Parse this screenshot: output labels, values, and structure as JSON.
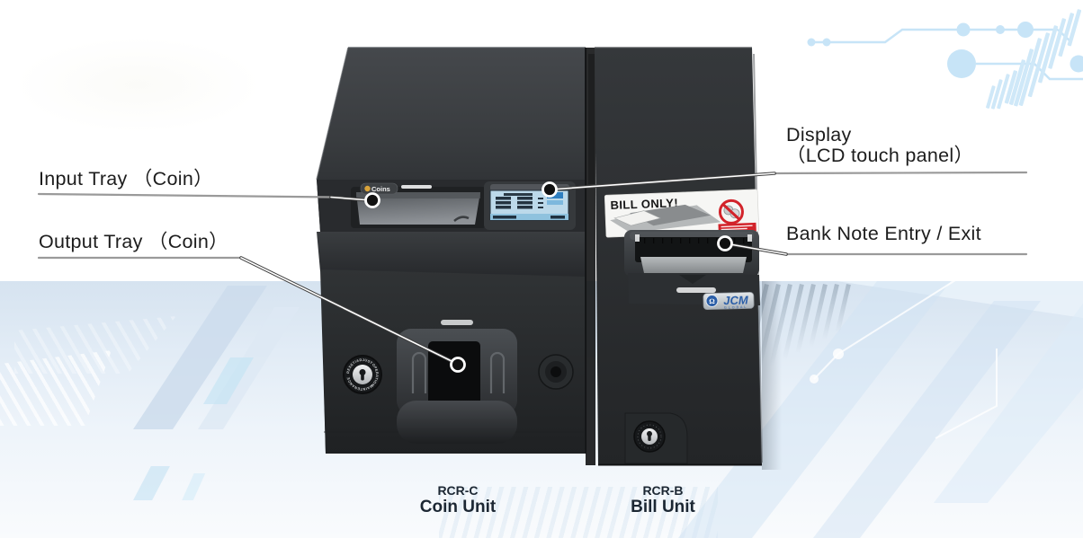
{
  "page": {
    "type": "product-diagram"
  },
  "callouts": {
    "input_tray": {
      "label": "Input Tray （Coin）"
    },
    "output_tray": {
      "label": "Output Tray （Coin）"
    },
    "display": {
      "label_line1": "Display",
      "label_line2": "（LCD touch panel）"
    },
    "bank_note": {
      "label": "Bank Note Entry / Exit"
    }
  },
  "units": {
    "coin": {
      "model": "RCR-C",
      "name": "Coin Unit"
    },
    "bill": {
      "model": "RCR-B",
      "name": "Bill Unit"
    }
  },
  "machine": {
    "coins_badge": "Coins",
    "sticker_title": "BILL ONLY!",
    "jcm_logo": "JCM",
    "jcm_sub": "GLOBAL",
    "keylock_labels": {
      "left": "RESET/ADJUST",
      "top": "OPERATION",
      "right": "MAINTENANCE"
    }
  },
  "colors": {
    "band_blue": "#d6e3f0",
    "circuit_blue": "#c7e4f7",
    "callout_line_gray": "#9a9a9a",
    "callout_dot": "#111111",
    "sticker_red": "#d2232a",
    "jcm_blue": "#2b5ea7",
    "label_text": "#1d1d1d",
    "caption_text": "#1c2733",
    "machine_dark": "#2c2f31",
    "screen_blue": "#bcd9ea"
  }
}
